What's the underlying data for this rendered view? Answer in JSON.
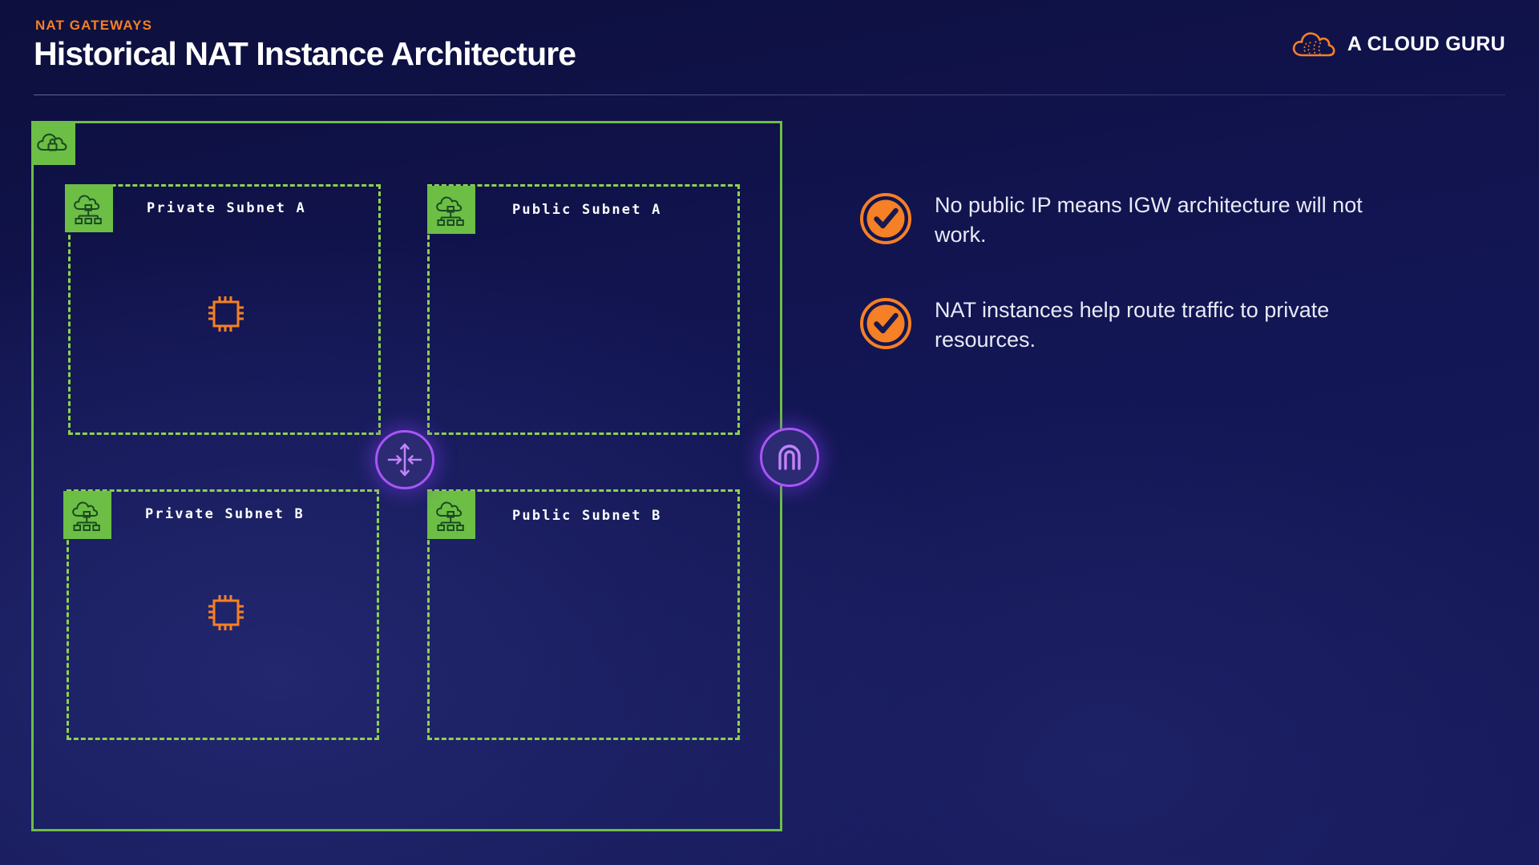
{
  "header": {
    "eyebrow": "NAT GATEWAYS",
    "title": "Historical NAT Instance Architecture"
  },
  "brand": {
    "name": "A CLOUD GURU",
    "mark_icon": "cloud-logo-icon"
  },
  "diagram": {
    "vpc": {
      "label": "",
      "icon": "vpc-cloud-lock-icon",
      "border_color": "#6cbe45"
    },
    "subnets": [
      {
        "label": "Private Subnet A",
        "icon": "subnet-cloud-network-icon",
        "type": "private",
        "az": "A"
      },
      {
        "label": "Public Subnet A",
        "icon": "subnet-cloud-network-icon",
        "type": "public",
        "az": "A"
      },
      {
        "label": "Private Subnet B",
        "icon": "subnet-cloud-network-icon",
        "type": "private",
        "az": "B"
      },
      {
        "label": "Public Subnet B",
        "icon": "subnet-cloud-network-icon",
        "type": "public",
        "az": "B"
      }
    ],
    "instances": [
      {
        "name": "nat-instance-a",
        "icon": "cpu-chip-icon",
        "subnet": "Private Subnet A"
      },
      {
        "name": "nat-instance-b",
        "icon": "cpu-chip-icon",
        "subnet": "Private Subnet B"
      }
    ],
    "nodes": [
      {
        "name": "nat-gateway-node",
        "icon": "nat-arrows-icon"
      },
      {
        "name": "internet-gateway-node",
        "icon": "internet-gateway-arch-icon"
      }
    ],
    "colors": {
      "vpc_border": "#6cbe45",
      "subnet_border": "#8ed14f",
      "instance": "#f58025",
      "node_accent": "#a855f7",
      "background": "#12154f"
    }
  },
  "bullets": [
    {
      "icon": "check-circle-icon",
      "text": "No public IP means IGW architecture will not work."
    },
    {
      "icon": "check-circle-icon",
      "text": "NAT instances help route traffic to private resources."
    }
  ]
}
